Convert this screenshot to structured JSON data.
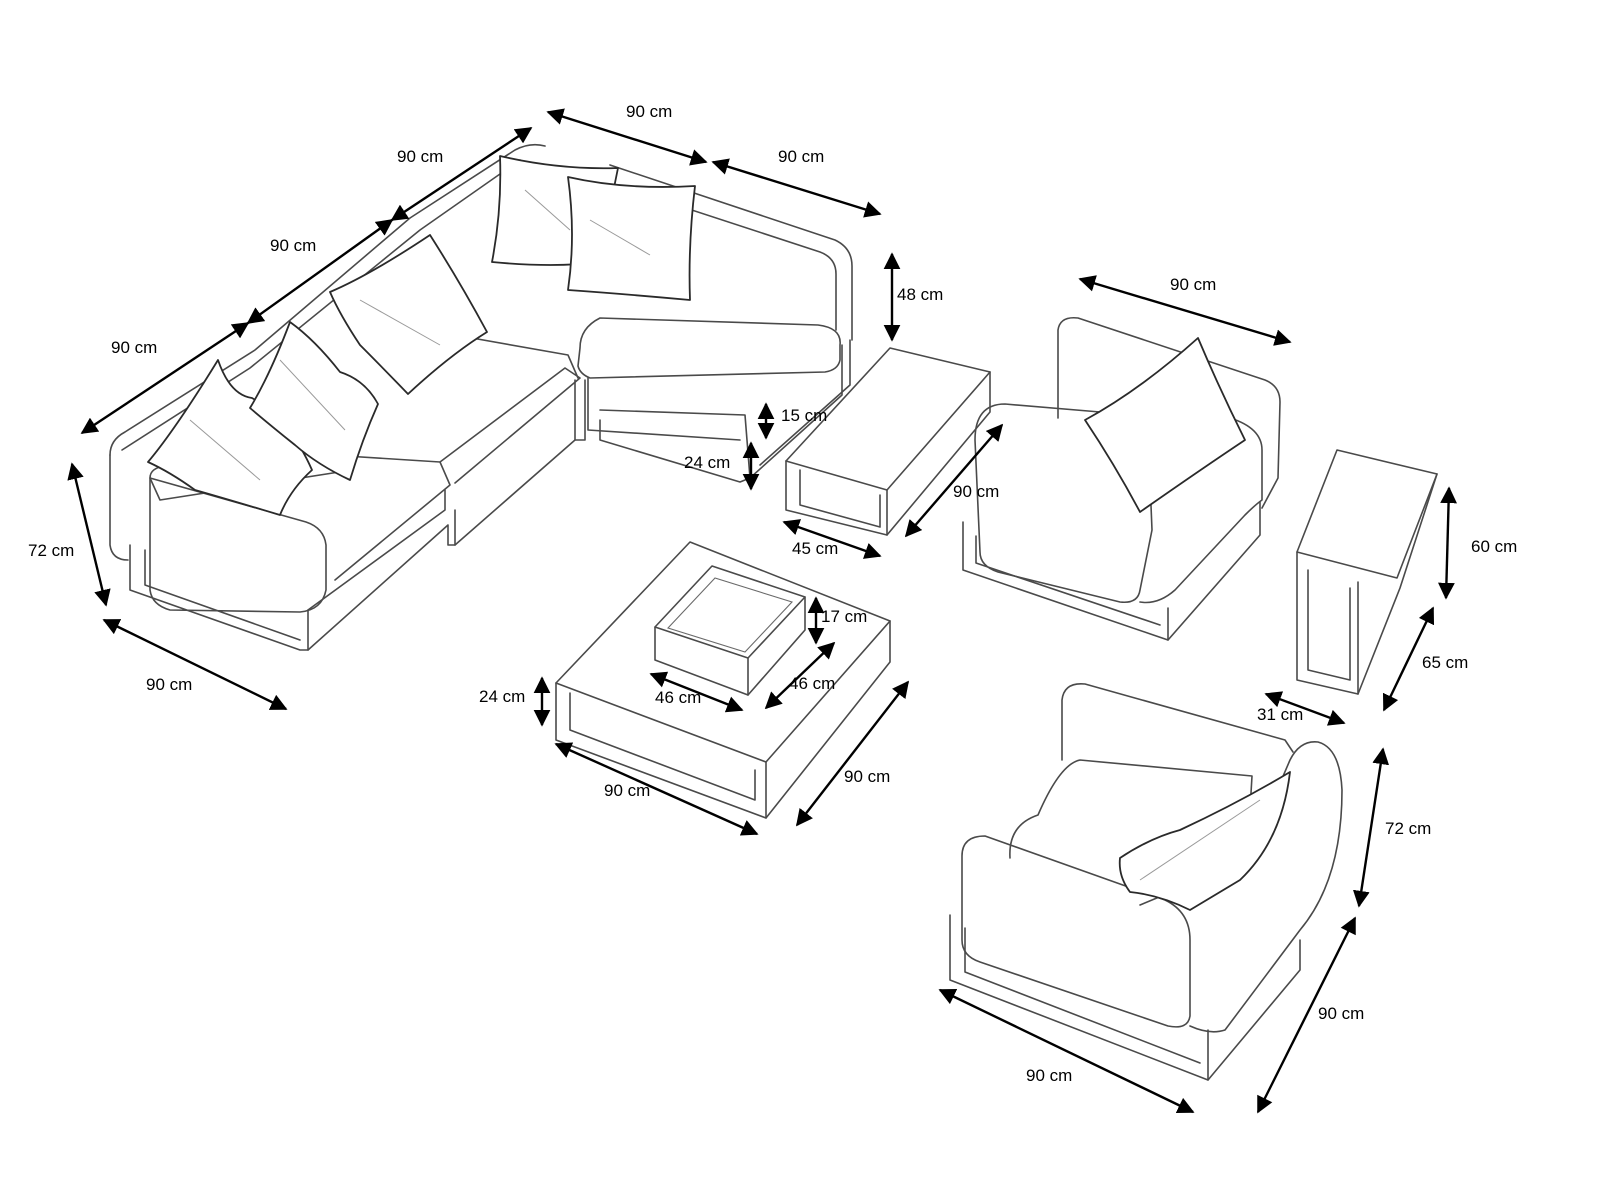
{
  "dimensions": {
    "sectional_top_left": "90 cm",
    "sectional_top_right": "90 cm",
    "sectional_left_1": "90 cm",
    "sectional_left_2": "90 cm",
    "sectional_left_3": "90 cm",
    "sectional_height": "72 cm",
    "sectional_front_depth": "90 cm",
    "back_height": "48 cm",
    "cushion_thickness": "15 cm",
    "seat_base_height": "24 cm",
    "side_table_length": "90 cm",
    "side_table_width": "45 cm",
    "armless_chair_width": "90 cm",
    "fire_box_height": "17 cm",
    "fire_box_depth": "46 cm",
    "fire_box_width": "46 cm",
    "coffee_table_height": "24 cm",
    "coffee_table_width": "90 cm",
    "coffee_table_depth": "90 cm",
    "end_table_height": "60 cm",
    "end_table_depth": "65 cm",
    "end_table_width": "31 cm",
    "armchair_height": "72 cm",
    "armchair_depth": "90 cm",
    "armchair_width": "90 cm"
  },
  "colors": {
    "outline": "#4a4a4a",
    "arrow": "#000000",
    "background": "#ffffff"
  }
}
